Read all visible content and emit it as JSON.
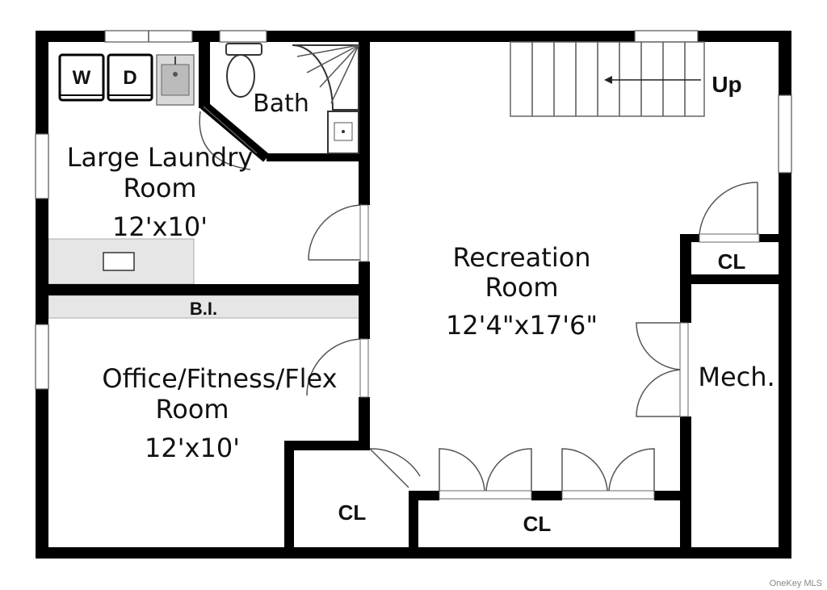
{
  "rooms": {
    "laundry": {
      "name_line1": "Large Laundry",
      "name_line2": "Room",
      "size": "12'x10'"
    },
    "bath": {
      "name": "Bath"
    },
    "recreation": {
      "name_line1": "Recreation",
      "name_line2": "Room",
      "size": "12'4\"x17'6\""
    },
    "office": {
      "name_line1": "Office/Fitness/Flex",
      "name_line2": "Room",
      "size": "12'x10'"
    },
    "mech": {
      "name": "Mech."
    },
    "closet_right": {
      "name": "CL"
    },
    "closet_bottom_left": {
      "name": "CL"
    },
    "closet_bottom": {
      "name": "CL"
    }
  },
  "fixtures": {
    "washer": "W",
    "dryer": "D",
    "built_in": "B.I.",
    "stairs_label": "Up"
  },
  "watermark": "OneKey MLS",
  "colors": {
    "wall": "#000000",
    "fixture_fill": "#e6e6e6",
    "line": "#555555"
  }
}
